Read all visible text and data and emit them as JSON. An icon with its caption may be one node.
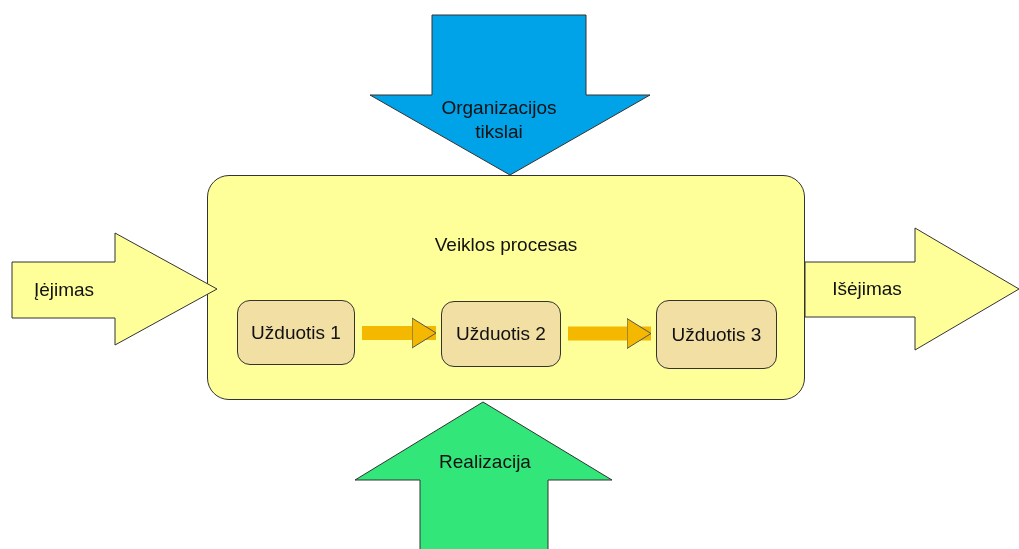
{
  "diagram": {
    "nodes": [
      {
        "text": [
          "Organizacijos tikslai"
        ]
      },
      {
        "text": [
          "Įėjimas"
        ]
      },
      {
        "text": [
          "Veiklos procesas"
        ]
      },
      {
        "text": [
          "Užduotis 1"
        ],
        "in": 2
      },
      {
        "text": [
          "Užduotis 2"
        ],
        "in": 2
      },
      {
        "text": [
          "Užduotis 3"
        ],
        "in": 2
      },
      {
        "text": [
          "Išėjimas"
        ]
      },
      {
        "text": [
          "Realizacija"
        ]
      }
    ],
    "edges": [
      {
        "from": 3,
        "to": 4,
        "arrow": "to"
      },
      {
        "from": 4,
        "to": 5,
        "arrow": "to"
      }
    ]
  }
}
